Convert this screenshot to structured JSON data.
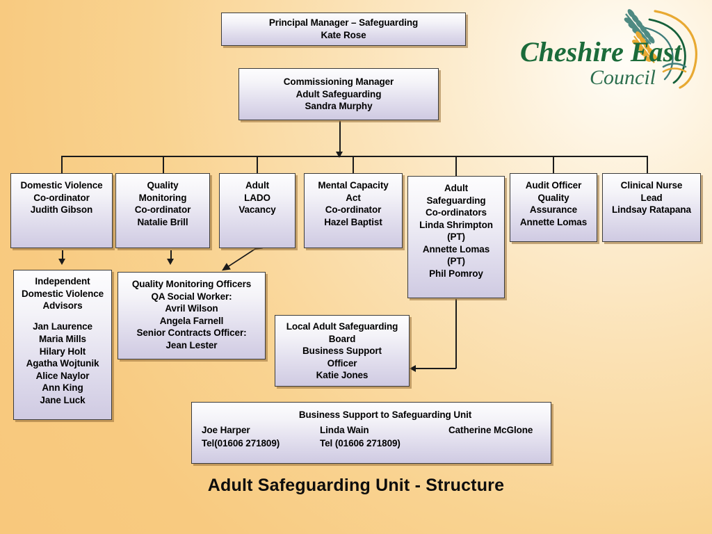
{
  "title": "Adult Safeguarding Unit - Structure",
  "logo": {
    "line1": "Cheshire East",
    "line2": "Council",
    "colors": {
      "green": "#1b6b3a",
      "teal": "#3f7d7a",
      "gold": "#e8a932",
      "darkgreen": "#15603a"
    }
  },
  "nodes": {
    "principal_manager": {
      "lines": [
        "Principal Manager – Safeguarding",
        "Kate Rose"
      ]
    },
    "commissioning_manager": {
      "lines": [
        "Commissioning Manager",
        "Adult Safeguarding",
        "Sandra Murphy"
      ]
    },
    "domestic_violence_coordinator": {
      "lines": [
        "Domestic Violence",
        "Co-ordinator",
        "Judith Gibson"
      ]
    },
    "quality_monitoring_coordinator": {
      "lines": [
        "Quality",
        "Monitoring",
        "Co-ordinator",
        "Natalie Brill"
      ]
    },
    "adult_lado": {
      "lines": [
        "Adult",
        "LADO",
        "Vacancy"
      ]
    },
    "mental_capacity_act_coordinator": {
      "lines": [
        "Mental Capacity",
        "Act",
        "Co-ordinator",
        "Hazel Baptist"
      ]
    },
    "adult_safeguarding_coordinators": {
      "lines": [
        "Adult",
        "Safeguarding",
        "Co-ordinators",
        "Linda Shrimpton",
        "(PT)",
        "Annette Lomas",
        "(PT)",
        "Phil Pomroy"
      ]
    },
    "audit_officer": {
      "lines": [
        "Audit Officer",
        "Quality",
        "Assurance",
        "Annette Lomas"
      ]
    },
    "clinical_nurse_lead": {
      "lines": [
        "Clinical Nurse",
        "Lead",
        "Lindsay Ratapana"
      ]
    },
    "independent_dv_advisors": {
      "lines": [
        "Independent",
        "Domestic Violence",
        "Advisors",
        "",
        "Jan Laurence",
        "Maria Mills",
        "Hilary Holt",
        "Agatha Wojtunik",
        "Alice Naylor",
        "Ann King",
        "Jane Luck"
      ]
    },
    "quality_monitoring_officers": {
      "lines": [
        "Quality Monitoring Officers",
        "QA Social Worker:",
        "Avril Wilson",
        "Angela Farnell",
        "Senior Contracts Officer:",
        "Jean Lester"
      ]
    },
    "local_adult_safeguarding_board": {
      "lines": [
        "Local Adult Safeguarding",
        "Board",
        "Business Support",
        "Officer",
        "Katie Jones"
      ]
    },
    "business_support": {
      "heading": "Business Support to Safeguarding Unit",
      "people": [
        {
          "name": "Joe Harper",
          "tel": "Tel(01606 271809)"
        },
        {
          "name": "Linda Wain",
          "tel": "Tel (01606 271809)"
        },
        {
          "name": "Catherine McGlone",
          "tel": ""
        }
      ]
    }
  }
}
